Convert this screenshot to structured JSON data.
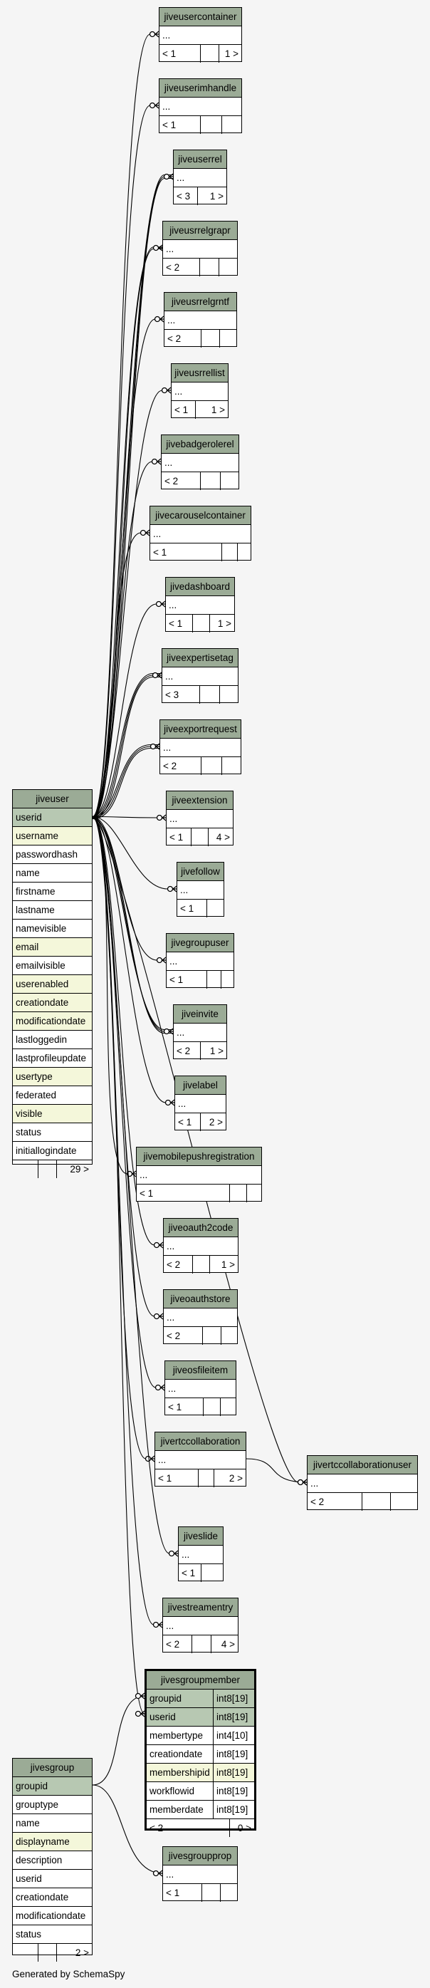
{
  "credit": "Generated by SchemaSpy",
  "colors": {
    "background": "#f5f5f5",
    "header": "#9bab96",
    "key_row": "#b7c8b2",
    "indexed_row": "#f4f7da",
    "line": "#000000"
  },
  "tables": [
    {
      "id": "jiveusercontainer",
      "name": "jiveusercontainer",
      "rows": [
        {
          "name": "..."
        }
      ],
      "footer": [
        "< 1",
        "",
        "1 >"
      ]
    },
    {
      "id": "jiveuserimhandle",
      "name": "jiveuserimhandle",
      "rows": [
        {
          "name": "..."
        }
      ],
      "footer": [
        "< 1",
        "",
        ""
      ]
    },
    {
      "id": "jiveuserrel",
      "name": "jiveuserrel",
      "rows": [
        {
          "name": "..."
        }
      ],
      "footer": [
        "< 3",
        "1 >"
      ]
    },
    {
      "id": "jiveusrrelgrapr",
      "name": "jiveusrrelgrapr",
      "rows": [
        {
          "name": "..."
        }
      ],
      "footer": [
        "< 2",
        "",
        ""
      ]
    },
    {
      "id": "jiveusrrelgrntf",
      "name": "jiveusrrelgrntf",
      "rows": [
        {
          "name": "..."
        }
      ],
      "footer": [
        "< 2",
        "",
        ""
      ]
    },
    {
      "id": "jiveusrrellist",
      "name": "jiveusrrellist",
      "rows": [
        {
          "name": "..."
        }
      ],
      "footer": [
        "< 1",
        "1 >"
      ]
    },
    {
      "id": "jivebadgerolerel",
      "name": "jivebadgerolerel",
      "rows": [
        {
          "name": "..."
        }
      ],
      "footer": [
        "< 2",
        "",
        ""
      ]
    },
    {
      "id": "jivecarouselcontainer",
      "name": "jivecarouselcontainer",
      "rows": [
        {
          "name": "..."
        }
      ],
      "footer": [
        "< 1",
        "",
        ""
      ]
    },
    {
      "id": "jivedashboard",
      "name": "jivedashboard",
      "rows": [
        {
          "name": "..."
        }
      ],
      "footer": [
        "< 1",
        "",
        "1 >"
      ]
    },
    {
      "id": "jiveexpertisetag",
      "name": "jiveexpertisetag",
      "rows": [
        {
          "name": "..."
        }
      ],
      "footer": [
        "< 3",
        "",
        ""
      ]
    },
    {
      "id": "jiveexportrequest",
      "name": "jiveexportrequest",
      "rows": [
        {
          "name": "..."
        }
      ],
      "footer": [
        "< 2",
        "",
        ""
      ]
    },
    {
      "id": "jiveextension",
      "name": "jiveextension",
      "rows": [
        {
          "name": "..."
        }
      ],
      "footer": [
        "< 1",
        "",
        "4 >"
      ]
    },
    {
      "id": "jivefollow",
      "name": "jivefollow",
      "rows": [
        {
          "name": "..."
        }
      ],
      "footer": [
        "< 1",
        ""
      ]
    },
    {
      "id": "jivegroupuser",
      "name": "jivegroupuser",
      "rows": [
        {
          "name": "..."
        }
      ],
      "footer": [
        "< 1",
        "",
        ""
      ]
    },
    {
      "id": "jiveinvite",
      "name": "jiveinvite",
      "rows": [
        {
          "name": "..."
        }
      ],
      "footer": [
        "< 2",
        "1 >"
      ]
    },
    {
      "id": "jivelabel",
      "name": "jivelabel",
      "rows": [
        {
          "name": "..."
        }
      ],
      "footer": [
        "< 1",
        "2 >"
      ]
    },
    {
      "id": "jivemobilepushregistration",
      "name": "jivemobilepushregistration",
      "rows": [
        {
          "name": "..."
        }
      ],
      "footer": [
        "< 1",
        "",
        ""
      ]
    },
    {
      "id": "jiveoauth2code",
      "name": "jiveoauth2code",
      "rows": [
        {
          "name": "..."
        }
      ],
      "footer": [
        "< 2",
        "",
        "1 >"
      ]
    },
    {
      "id": "jiveoauthstore",
      "name": "jiveoauthstore",
      "rows": [
        {
          "name": "..."
        }
      ],
      "footer": [
        "< 2",
        "",
        ""
      ]
    },
    {
      "id": "jiveosfileitem",
      "name": "jiveosfileitem",
      "rows": [
        {
          "name": "..."
        }
      ],
      "footer": [
        "< 1",
        "",
        ""
      ]
    },
    {
      "id": "jivertccollaboration",
      "name": "jivertccollaboration",
      "rows": [
        {
          "name": "..."
        }
      ],
      "footer": [
        "< 1",
        "",
        "2 >"
      ]
    },
    {
      "id": "jivertccollaborationuser",
      "name": "jivertccollaborationuser",
      "rows": [
        {
          "name": "..."
        }
      ],
      "footer": [
        "< 2",
        "",
        ""
      ]
    },
    {
      "id": "jiveslide",
      "name": "jiveslide",
      "rows": [
        {
          "name": "..."
        }
      ],
      "footer": [
        "< 1",
        ""
      ]
    },
    {
      "id": "jivestreamentry",
      "name": "jivestreamentry",
      "rows": [
        {
          "name": "..."
        }
      ],
      "footer": [
        "< 2",
        "",
        "4 >"
      ]
    },
    {
      "id": "jivesgroupmember",
      "name": "jivesgroupmember",
      "focus": true,
      "rows": [
        {
          "name": "groupid",
          "type": "int8[19]",
          "style": "key"
        },
        {
          "name": "userid",
          "type": "int8[19]",
          "style": "key"
        },
        {
          "name": "membertype",
          "type": "int4[10]"
        },
        {
          "name": "creationdate",
          "type": "int8[19]"
        },
        {
          "name": "membershipid",
          "type": "int8[19]",
          "style": "idx"
        },
        {
          "name": "workflowid",
          "type": "int8[19]"
        },
        {
          "name": "memberdate",
          "type": "int8[19]"
        }
      ],
      "footer": [
        "< 2",
        "0 >"
      ]
    },
    {
      "id": "jivesgroupprop",
      "name": "jivesgroupprop",
      "rows": [
        {
          "name": "..."
        }
      ],
      "footer": [
        "< 1",
        "",
        ""
      ]
    },
    {
      "id": "jiveuser",
      "name": "jiveuser",
      "rows": [
        {
          "name": "userid",
          "style": "key"
        },
        {
          "name": "username",
          "style": "idx"
        },
        {
          "name": "passwordhash"
        },
        {
          "name": "name"
        },
        {
          "name": "firstname"
        },
        {
          "name": "lastname"
        },
        {
          "name": "namevisible"
        },
        {
          "name": "email",
          "style": "idx"
        },
        {
          "name": "emailvisible"
        },
        {
          "name": "userenabled",
          "style": "idx"
        },
        {
          "name": "creationdate",
          "style": "idx"
        },
        {
          "name": "modificationdate",
          "style": "idx"
        },
        {
          "name": "lastloggedin"
        },
        {
          "name": "lastprofileupdate"
        },
        {
          "name": "usertype",
          "style": "idx"
        },
        {
          "name": "federated"
        },
        {
          "name": "visible",
          "style": "idx"
        },
        {
          "name": "status"
        },
        {
          "name": "initiallogindate"
        }
      ],
      "footer": [
        "",
        "",
        "29 >"
      ]
    },
    {
      "id": "jivesgroup",
      "name": "jivesgroup",
      "rows": [
        {
          "name": "groupid",
          "style": "key"
        },
        {
          "name": "grouptype"
        },
        {
          "name": "name"
        },
        {
          "name": "displayname",
          "style": "idx"
        },
        {
          "name": "description"
        },
        {
          "name": "userid"
        },
        {
          "name": "creationdate"
        },
        {
          "name": "modificationdate"
        },
        {
          "name": "status"
        }
      ],
      "footer": [
        "",
        "",
        "2 >"
      ]
    }
  ]
}
